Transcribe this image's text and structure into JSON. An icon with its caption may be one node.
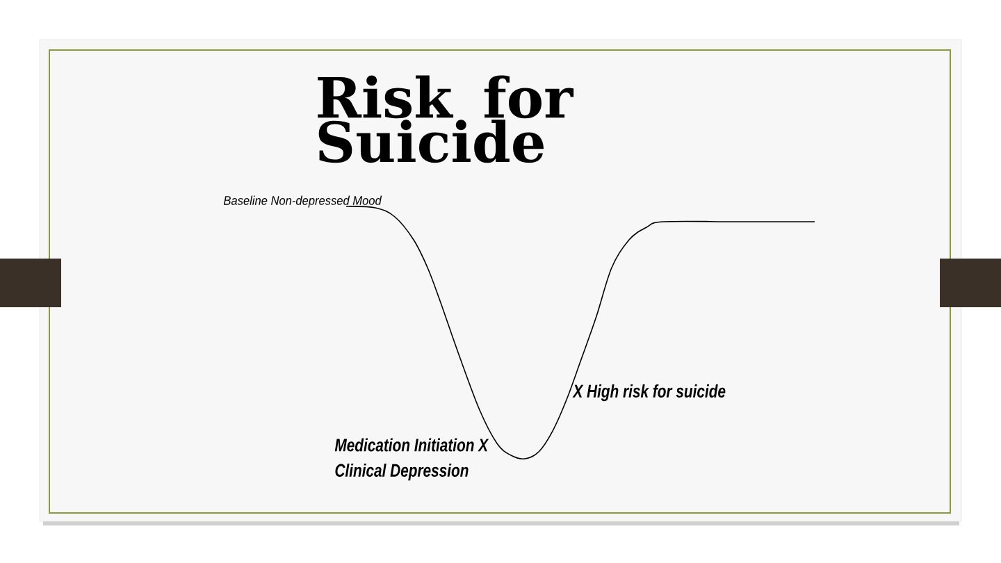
{
  "diagram": {
    "title": "Risk for Suicide",
    "labels": [
      "Baseline Non-depressed Mood",
      "X  High risk for suicide",
      "Medication Initiation X",
      "Clinical Depression"
    ]
  }
}
